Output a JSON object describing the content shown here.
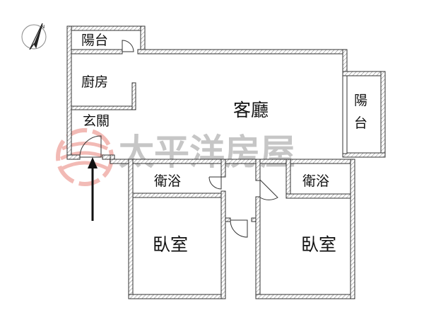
{
  "plan": {
    "rooms": {
      "balcony_top": "陽台",
      "kitchen": "廚房",
      "entrance": "玄關",
      "living_room": "客廳",
      "balcony_right_1": "陽",
      "balcony_right_2": "台",
      "bath_left": "衛浴",
      "bath_right": "衛浴",
      "bedroom_left": "臥室",
      "bedroom_right": "臥室"
    },
    "compass_letter": "N"
  },
  "watermark": {
    "text": "太平洋房屋",
    "logo_color": "#e8837a",
    "text_color": "#bdbdbd"
  }
}
